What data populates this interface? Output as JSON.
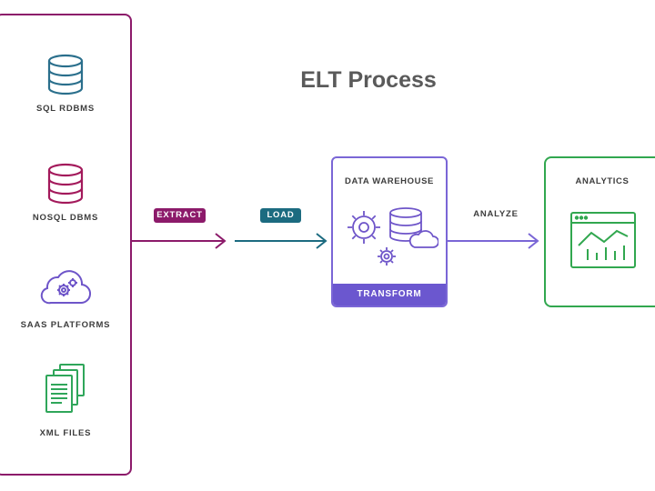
{
  "title": "ELT Process",
  "sources": [
    {
      "label": "SQL RDBMS",
      "icon": "database-icon"
    },
    {
      "label": "NOSQL DBMS",
      "icon": "database-icon"
    },
    {
      "label": "SAAS PLATFORMS",
      "icon": "cloud-gears-icon"
    },
    {
      "label": "XML FILES",
      "icon": "documents-icon"
    }
  ],
  "steps": {
    "extract": "EXTRACT",
    "load": "LOAD",
    "analyze": "ANALYZE"
  },
  "warehouse": {
    "label": "DATA WAREHOUSE",
    "footer": "TRANSFORM"
  },
  "analytics": {
    "label": "ANALYTICS"
  },
  "colors": {
    "extract": "#8c1a6a",
    "load": "#1c6b80",
    "sql_icon": "#2a6f8c",
    "nosql_icon": "#a3195b",
    "saas_icon": "#6e55c9",
    "xml_icon": "#2fa65a",
    "warehouse": "#6b57cf",
    "analytics": "#31a74f",
    "title": "#5a5a5a"
  }
}
